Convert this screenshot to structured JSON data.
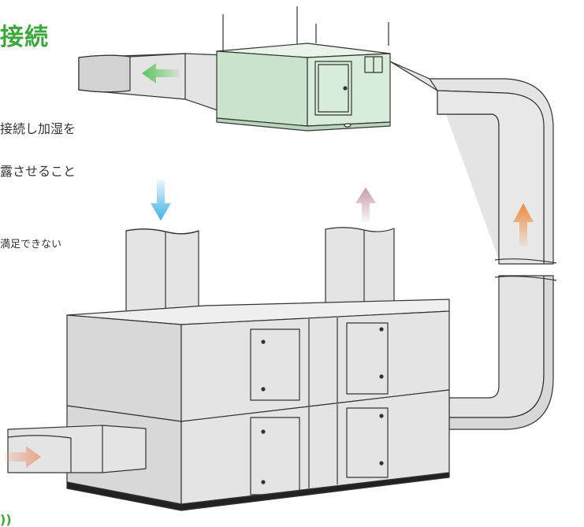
{
  "title": "接続",
  "text_lines": [
    "接続し加湿を",
    "露させること",
    "満足できない"
  ],
  "bottom_mark": "))",
  "colors": {
    "humidifier_fill": "#d7ecd9",
    "duct_fill": "#e4e4e4",
    "title_green": "#3aa83a",
    "arrow_green": "#5cc35c",
    "arrow_blue": "#3db1e6",
    "arrow_pink": "#c89aa6",
    "arrow_orange": "#f08a3c",
    "arrow_salmon": "#e8a48a"
  },
  "icons": [
    "left-arrow-icon",
    "down-arrow-icon",
    "up-arrow-icon",
    "up-arrow-icon",
    "right-arrow-icon"
  ]
}
